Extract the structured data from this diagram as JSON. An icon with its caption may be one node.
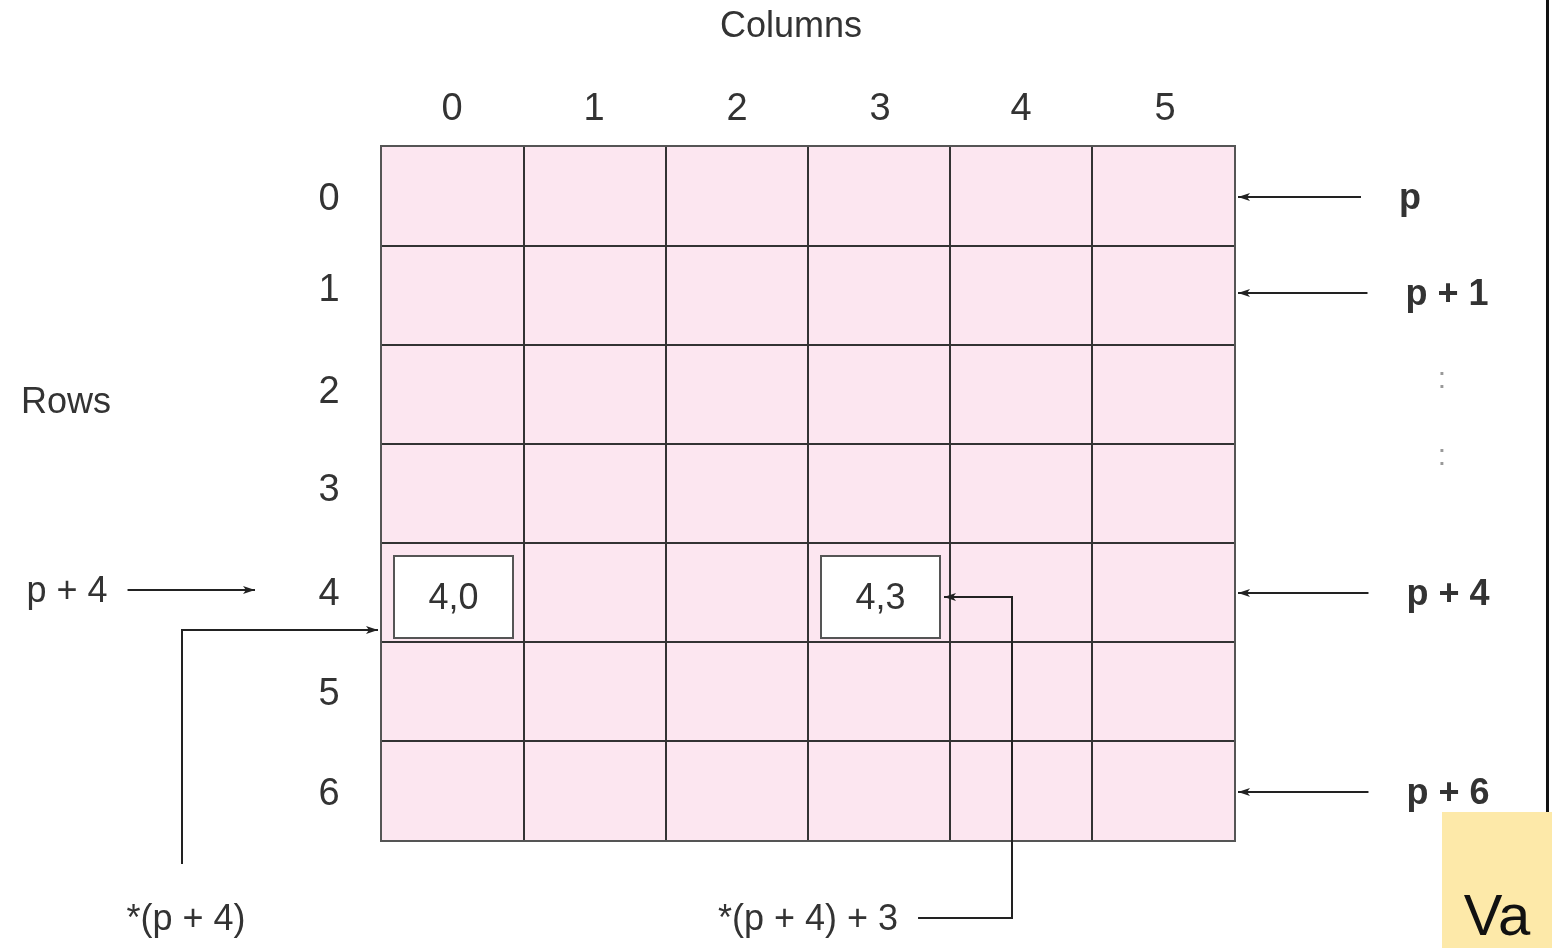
{
  "diagram": {
    "nodes": [
      {
        "text": [],
        "shape": "box"
      },
      {
        "text": [
          "4,0"
        ],
        "in": 0
      },
      {
        "text": [
          "4,3"
        ],
        "in": 0
      },
      {
        "text": [
          "p"
        ]
      },
      {
        "text": [
          "p + 1"
        ]
      },
      {
        "text": [
          "p + 4"
        ]
      },
      {
        "text": [
          "p + 6"
        ]
      },
      {
        "text": [
          "p + 4"
        ]
      },
      {
        "text": [
          "*(p + 4)"
        ]
      },
      {
        "text": [
          "*(p + 4) + 3"
        ]
      }
    ],
    "edges": [
      {
        "from": 3,
        "to": 0,
        "arrow": "to"
      },
      {
        "from": 4,
        "to": 0,
        "arrow": "to"
      },
      {
        "from": 5,
        "to": 0,
        "arrow": "to"
      },
      {
        "from": 6,
        "to": 0,
        "arrow": "to"
      },
      {
        "from": 7,
        "to": null,
        "arrow": "to"
      },
      {
        "from": 8,
        "to": 0,
        "arrow": "to"
      },
      {
        "from": 9,
        "to": 2,
        "arrow": "to"
      }
    ],
    "labels": [
      "Columns",
      "0",
      "1",
      "2",
      "3",
      "4",
      "5",
      "0",
      "1",
      "Rows",
      "2",
      ":",
      "3",
      ":",
      "4",
      "5",
      "6",
      "Va"
    ]
  }
}
